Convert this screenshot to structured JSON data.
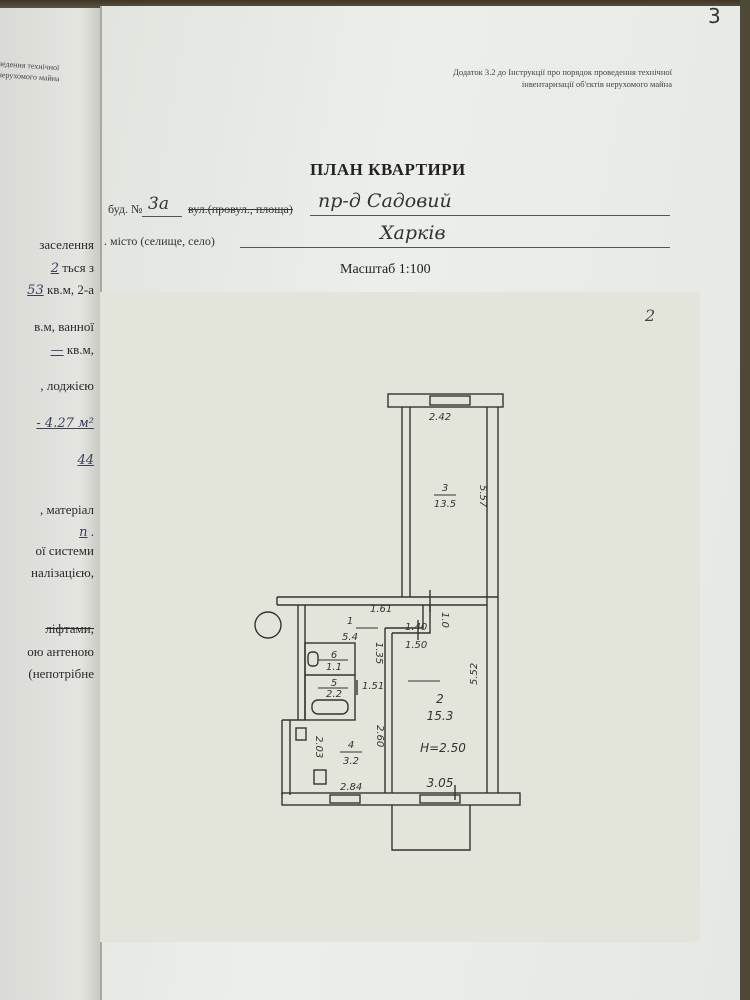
{
  "page_number": "3",
  "left_page": {
    "header": [
      "...ведення технічної",
      "...нерухомого майна"
    ],
    "lines": [
      {
        "text": "заселення",
        "hand": ""
      },
      {
        "text": "ться з",
        "hand": "2"
      },
      {
        "text": "кв.м, 2-а",
        "hand": "53"
      },
      {
        "text": "в.м, ванної",
        "hand": ""
      },
      {
        "text": "кв.м,",
        "hand": "—"
      },
      {
        "text": ", лоджією",
        "hand": ""
      },
      {
        "text": "",
        "hand": "- 4.27 м²"
      },
      {
        "text": "",
        "hand": "44"
      },
      {
        "text": ", матеріал",
        "hand": ""
      },
      {
        "text": ".",
        "hand": "п"
      },
      {
        "text": "ої системи",
        "hand": ""
      },
      {
        "text": "налізацією,",
        "hand": ""
      },
      {
        "text": "ліфтами,",
        "hand": ""
      },
      {
        "text": "ою антеною",
        "hand": ""
      },
      {
        "text": "(непотрібне",
        "hand": ""
      }
    ]
  },
  "right_page": {
    "appendix_note": [
      "Додаток 3.2 до Інструкції про порядок проведення технічної",
      "інвентаризації об'єктів нерухомого майна"
    ],
    "title": "ПЛАН КВАРТИРИ",
    "building_label": "буд. №",
    "building_number": "3а",
    "street_label": "вул.(провул., площа)",
    "street_value": "пр-д Садовий",
    "city_label": ". місто (селище, село)",
    "city_value": "Харків",
    "scale": "Масштаб 1:100",
    "sheet_number": "2"
  },
  "floor_plan": {
    "rooms": [
      {
        "number": "1",
        "area": "5.4"
      },
      {
        "number": "2",
        "area": "15.3"
      },
      {
        "number": "3",
        "area": "13.5"
      },
      {
        "number": "4",
        "area": "3.2"
      },
      {
        "number": "5",
        "area": "2.2"
      },
      {
        "number": "6",
        "area": "1.1"
      }
    ],
    "dimensions": {
      "room3_width": "2.42",
      "room3_length": "5.57",
      "room2_length": "5.52",
      "room2_width": "3.05",
      "ceiling_height": "H=2.50",
      "room4_width": "2.84",
      "room4_length": "2.60",
      "room4_side": "2.03",
      "hall_width": "1.35",
      "hall_top": "1.40",
      "hall_mid": "1.50",
      "hall_right": "1.0",
      "bath_width": "1.51",
      "hall_len": "1.61"
    }
  }
}
